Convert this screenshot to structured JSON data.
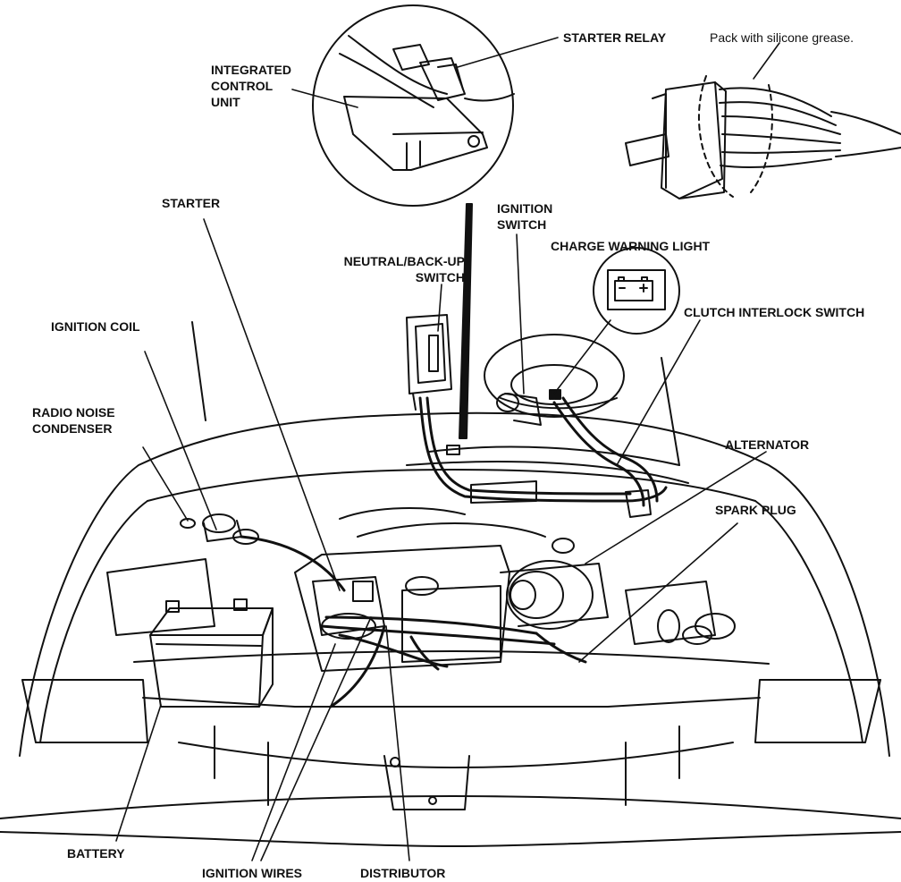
{
  "labels": {
    "starter_relay": "STARTER RELAY",
    "silicone_note": "Pack with silicone grease.",
    "integrated_control_unit": [
      "INTEGRATED",
      "CONTROL",
      "UNIT"
    ],
    "starter": "STARTER",
    "ignition_switch": [
      "IGNITION",
      "SWITCH"
    ],
    "charge_warning_light": "CHARGE WARNING LIGHT",
    "neutral_backup_switch": [
      "NEUTRAL/BACK-UP",
      "SWITCH"
    ],
    "clutch_interlock_switch": "CLUTCH INTERLOCK SWITCH",
    "ignition_coil": "IGNITION COIL",
    "radio_noise_condenser": [
      "RADIO NOISE",
      "CONDENSER"
    ],
    "alternator": "ALTERNATOR",
    "spark_plug": "SPARK PLUG",
    "battery": "BATTERY",
    "ignition_wires": "IGNITION WIRES",
    "distributor": "DISTRIBUTOR"
  },
  "colors": {
    "ink": "#111111",
    "paper": "#ffffff"
  }
}
